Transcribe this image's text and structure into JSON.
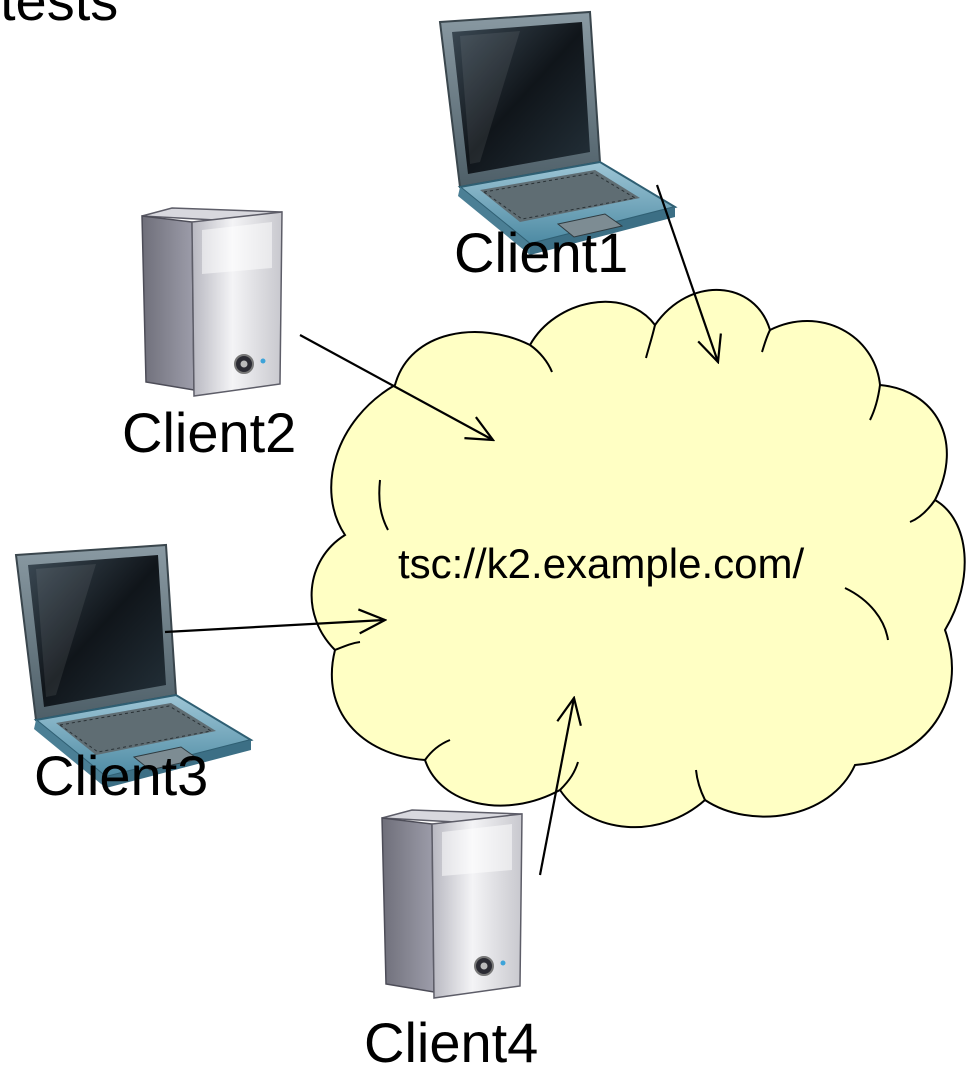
{
  "heading_fragment": "tests",
  "cloud": {
    "url_label": "tsc://k2.example.com/",
    "fill": "#ffffc4",
    "stroke": "#000000"
  },
  "clients": [
    {
      "label": "Client1",
      "device": "laptop-icon"
    },
    {
      "label": "Client2",
      "device": "server-tower-icon"
    },
    {
      "label": "Client3",
      "device": "laptop-icon"
    },
    {
      "label": "Client4",
      "device": "server-tower-icon"
    }
  ],
  "colors": {
    "laptop_body": "#6a9fb5",
    "laptop_screen": "#1a1f24",
    "tower_body": "#cfcfd4",
    "tower_side": "#8e8e98"
  }
}
